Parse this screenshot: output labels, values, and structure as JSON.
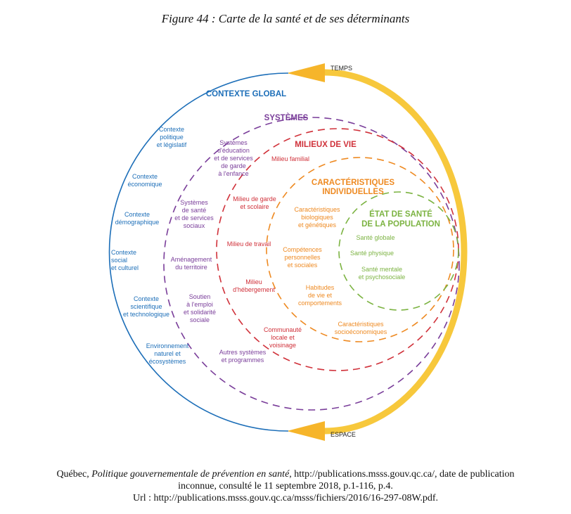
{
  "figure_title": "Figure 44 : Carte de la santé et de ses déterminants",
  "axis": {
    "time": "TEMPS",
    "space": "ESPACE"
  },
  "colors": {
    "global": "#1c6eb8",
    "systems": "#7a3e9a",
    "milieux": "#d0313a",
    "individual": "#ee8a22",
    "health": "#7cb342",
    "arrow": "#f7c83c"
  },
  "global": {
    "title": "CONTEXTE GLOBAL",
    "items": [
      [
        "Contexte",
        "politique",
        "et législatif"
      ],
      [
        "Contexte",
        "économique"
      ],
      [
        "Contexte",
        "démographique"
      ],
      [
        "Contexte",
        "social",
        "et culturel"
      ],
      [
        "Contexte",
        "scientifique",
        "et technologique"
      ],
      [
        "Environnement",
        "naturel et",
        "écosystèmes"
      ]
    ]
  },
  "systems": {
    "title": "SYSTÈMES",
    "items": [
      [
        "Systèmes",
        "d'éducation",
        "et de services",
        "de garde",
        "à l'enfance"
      ],
      [
        "Systèmes",
        "de santé",
        "et de services",
        "sociaux"
      ],
      [
        "Aménagement",
        "du territoire"
      ],
      [
        "Soutien",
        "à l'emploi",
        "et solidarité",
        "sociale"
      ],
      [
        "Autres systèmes",
        "et programmes"
      ]
    ]
  },
  "milieux": {
    "title": "MILIEUX DE VIE",
    "items": [
      [
        "Milieu familial"
      ],
      [
        "Milieu de garde",
        "et scolaire"
      ],
      [
        "Milieu de travail"
      ],
      [
        "Milieu",
        "d'hébergement"
      ],
      [
        "Communauté",
        "locale et",
        "voisinage"
      ]
    ]
  },
  "individual": {
    "title": [
      "CARACTÉRISTIQUES",
      "INDIVIDUELLES"
    ],
    "items": [
      [
        "Caractéristiques",
        "biologiques",
        "et génétiques"
      ],
      [
        "Compétences",
        "personnelles",
        "et sociales"
      ],
      [
        "Habitudes",
        "de vie et",
        "comportements"
      ],
      [
        "Caractéristiques",
        "socioéconomiques"
      ]
    ]
  },
  "health": {
    "title": [
      "ÉTAT DE SANTÉ",
      "DE LA POPULATION"
    ],
    "items": [
      [
        "Santé globale"
      ],
      [
        "Santé physique"
      ],
      [
        "Santé mentale",
        "et psychosociale"
      ]
    ]
  },
  "caption": {
    "line1_prefix": "Québec, ",
    "line1_italic": "Politique gouvernementale de prévention en santé",
    "line1_suffix": ", http://publications.msss.gouv.qc.ca/, date de publication",
    "line2": "inconnue, consulté le 11 septembre 2018, p.1-116, p.4.",
    "line3": "Url : http://publications.msss.gouv.qc.ca/msss/fichiers/2016/16-297-08W.pdf."
  }
}
